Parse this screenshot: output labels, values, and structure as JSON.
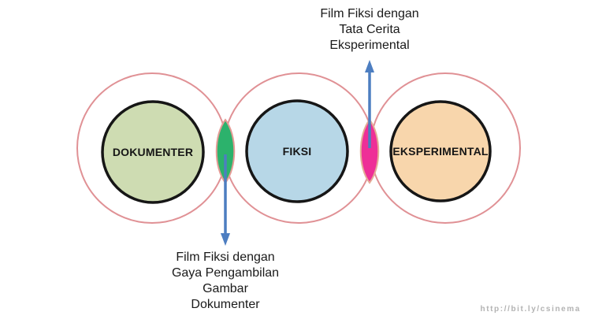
{
  "slide": {
    "venn": {
      "outer_ring_color": "#e09195",
      "inner_stroke_color": "#161616",
      "sets": [
        {
          "name": "DOKUMENTER",
          "fill": "#cedcb2"
        },
        {
          "name": "FIKSI",
          "fill": "#b7d7e7"
        },
        {
          "name": "EKSPERIMENTAL",
          "fill": "#f8d6ac"
        }
      ],
      "overlaps": [
        {
          "between": "DOKUMENTER-FIKSI",
          "fill": "#2cb26c",
          "outline": "#e49b95",
          "label": "Film Fiksi dengan Gaya Pengambilan Gambar Dokumenter"
        },
        {
          "between": "FIKSI-EKSPERIMENTAL",
          "fill": "#ee2f97",
          "outline": "#e4ab95",
          "label": "Film Fiksi dengan Tata Cerita Eksperimental"
        }
      ]
    },
    "annotations": {
      "top": {
        "lines": [
          "Film Fiksi dengan",
          "Tata Cerita",
          "Eksperimental"
        ]
      },
      "bottom": {
        "lines": [
          "Film Fiksi dengan",
          "Gaya Pengambilan",
          "Gambar",
          "Dokumenter"
        ]
      }
    },
    "arrow_color": "#4d7ec1",
    "watermark": "http://bit.ly/csinema"
  }
}
